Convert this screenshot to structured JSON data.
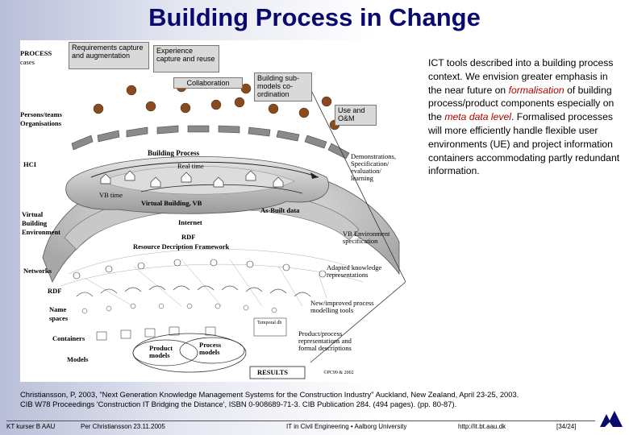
{
  "slide": {
    "title": "Building Process in Change",
    "description_parts": [
      "ICT tools described into a building process context. We envision greater emphasis in the near future on ",
      "formalisation",
      " of building process/product components especially on the ",
      "meta data level",
      ". Formalised processes will more efficiently handle flexible user environments (UE) and project information containers accommodating partly redundant information."
    ],
    "citation": "Christiansson, P, 2003, \"Next Generation Knowledge Management Systems for the Construction Industry\" Auckland, New Zealand, April 23-25, 2003. CIB W78 Proceedings 'Construction IT Bridging the Distance', ISBN 0-908689-71-3. CIB Publication 284. (494 pages). (pp. 80-87).",
    "accent_color": "#0a0a6e"
  },
  "diagram": {
    "left_labels": {
      "process": "PROCESS",
      "cases": "cases",
      "persons": "Persons/teams",
      "organisations": "Organisations",
      "hci": "HCI",
      "virtual": "Virtual",
      "building": "Building",
      "environment": "Environment",
      "networks": "Networks",
      "rdf": "RDF",
      "name": "Name",
      "spaces": "spaces",
      "containers": "Containers",
      "models": "Models"
    },
    "boxes": {
      "requirements": "Requirements capture and augmentation",
      "experience": "Experience capture and reuse",
      "collaboration": "Collaboration",
      "submodels": "Building sub-models co-ordination",
      "use_om": "Use and O&M"
    },
    "labels": {
      "building_process": "Building Process",
      "real_time": "Real time",
      "vb_time": "VB time",
      "virtual_building": "Virtual Building, VB",
      "as_built": "As-Built data",
      "demonstrations": "Demonstrations, Specification/ evaluation/ learning",
      "internet": "Internet",
      "rdf": "RDF",
      "rdf_framework": "Resource Decription Framework",
      "vb_env_spec": "VB Environment specification",
      "adapted_knowledge": "Adapted knowledge representations",
      "new_process": "New/improved process modelling tools",
      "temporal_db": "Temporal db",
      "product_process": "Product/process representations and formal descriptions",
      "product_models": "Product models",
      "process_models": "Process models",
      "results": "RESULTS",
      "copyright": "©PC99 & 2002"
    }
  },
  "footer": {
    "course": "KT kurser B AAU",
    "author_date": "Per Christiansson 23.11.2005",
    "department": "IT in Civil Engineering • Aalborg University",
    "url": "http://it.bt.aau.dk",
    "page": "[34/24]"
  }
}
